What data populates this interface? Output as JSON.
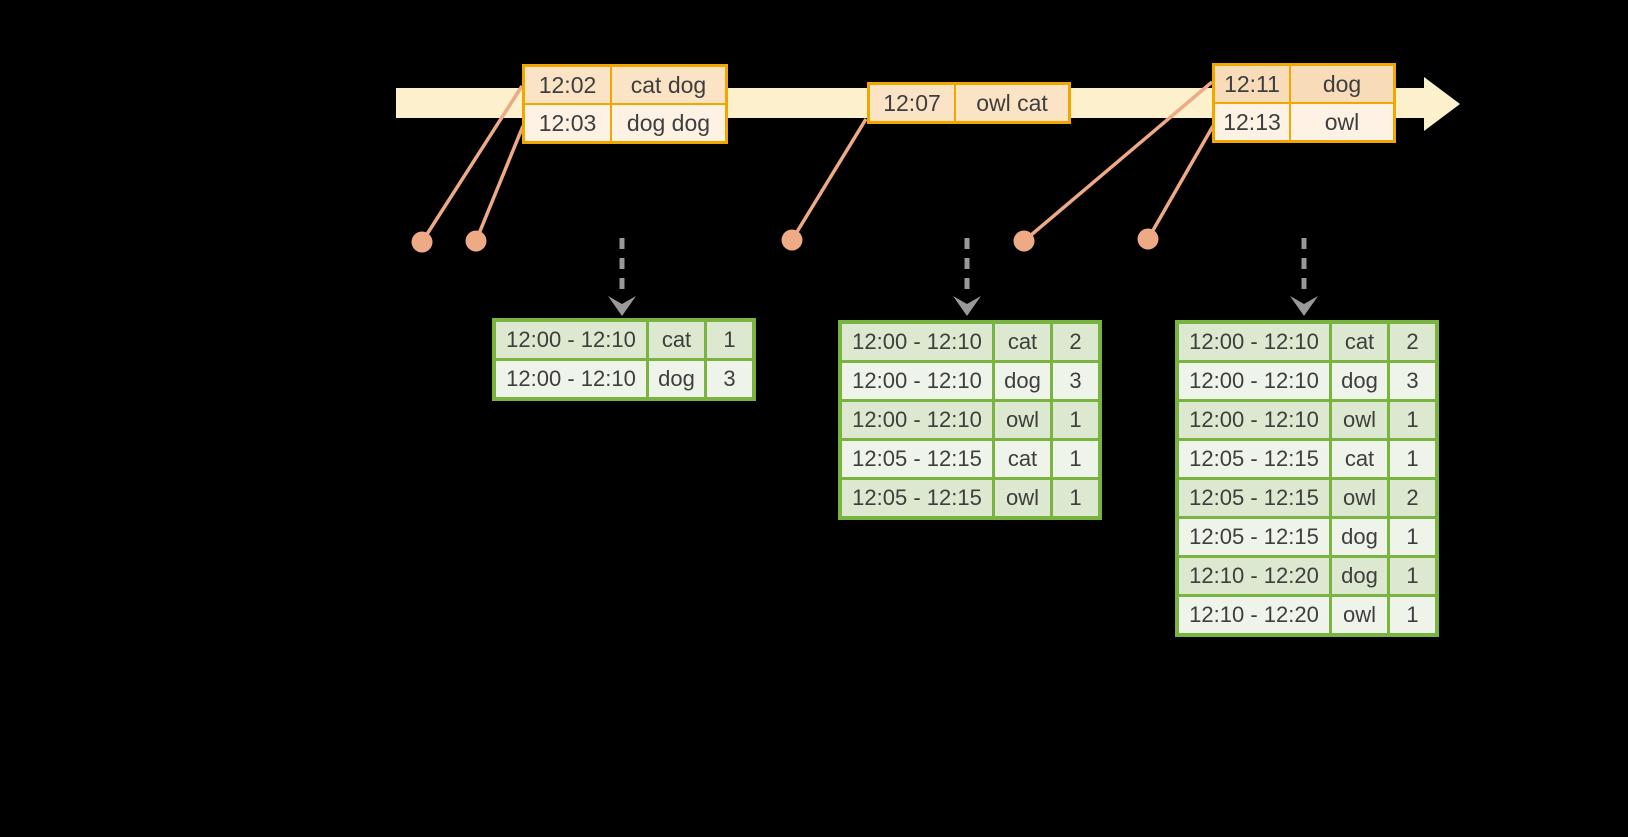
{
  "theme": {
    "background": "#000000",
    "timeline_color": "#FCF0CD",
    "event_border": "#F0A800",
    "connector_color": "#EEA985",
    "arrow_color": "#999999",
    "result_border": "#79B440",
    "result_row_odd": "#DCE8CF",
    "result_row_even": "#EFF4EA",
    "text_color": "#3E3E3E"
  },
  "event_tables": [
    {
      "rows": [
        {
          "time": "12:02",
          "words": "cat dog",
          "fill": "#FBE3C6"
        },
        {
          "time": "12:03",
          "words": "dog dog",
          "fill": "#FDF2E4"
        }
      ]
    },
    {
      "rows": [
        {
          "time": "12:07",
          "words": "owl cat",
          "fill": "#FBE3C6"
        }
      ]
    },
    {
      "rows": [
        {
          "time": "12:11",
          "words": "dog",
          "fill": "#F8DCBA"
        },
        {
          "time": "12:13",
          "words": "owl",
          "fill": "#FDF2E4"
        }
      ]
    }
  ],
  "result_tables": [
    {
      "rows": [
        [
          "12:00 - 12:10",
          "cat",
          "1"
        ],
        [
          "12:00 - 12:10",
          "dog",
          "3"
        ]
      ]
    },
    {
      "rows": [
        [
          "12:00 - 12:10",
          "cat",
          "2"
        ],
        [
          "12:00 - 12:10",
          "dog",
          "3"
        ],
        [
          "12:00 - 12:10",
          "owl",
          "1"
        ],
        [
          "12:05 - 12:15",
          "cat",
          "1"
        ],
        [
          "12:05 - 12:15",
          "owl",
          "1"
        ]
      ]
    },
    {
      "rows": [
        [
          "12:00 - 12:10",
          "cat",
          "2"
        ],
        [
          "12:00 - 12:10",
          "dog",
          "3"
        ],
        [
          "12:00 - 12:10",
          "owl",
          "1"
        ],
        [
          "12:05 - 12:15",
          "cat",
          "1"
        ],
        [
          "12:05 - 12:15",
          "owl",
          "2"
        ],
        [
          "12:05 - 12:15",
          "dog",
          "1"
        ],
        [
          "12:10 - 12:20",
          "dog",
          "1"
        ],
        [
          "12:10 - 12:20",
          "owl",
          "1"
        ]
      ]
    }
  ]
}
